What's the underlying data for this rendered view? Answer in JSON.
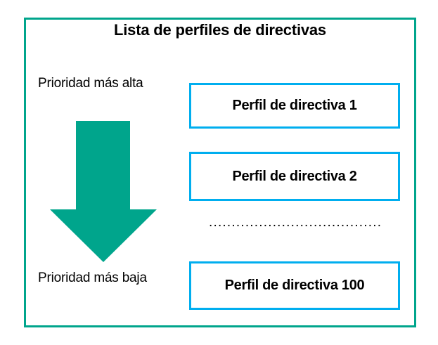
{
  "diagram": {
    "title": "Lista de perfiles de directivas",
    "frame_color": "#00a58c",
    "box_border_color": "#00aeef",
    "arrow_color": "#00a58c",
    "text_color": "#000000",
    "background_color": "#ffffff"
  },
  "priority": {
    "highest_label": "Prioridad más alta",
    "lowest_label": "Prioridad más baja",
    "arrow_direction": "down",
    "arrow_icon_name": "down-arrow-icon"
  },
  "profiles": [
    {
      "label": "Perfil de directiva 1"
    },
    {
      "label": "Perfil de directiva 2"
    },
    {
      "label": "Perfil de directiva 100"
    }
  ],
  "separator": {
    "text": "........................................."
  }
}
